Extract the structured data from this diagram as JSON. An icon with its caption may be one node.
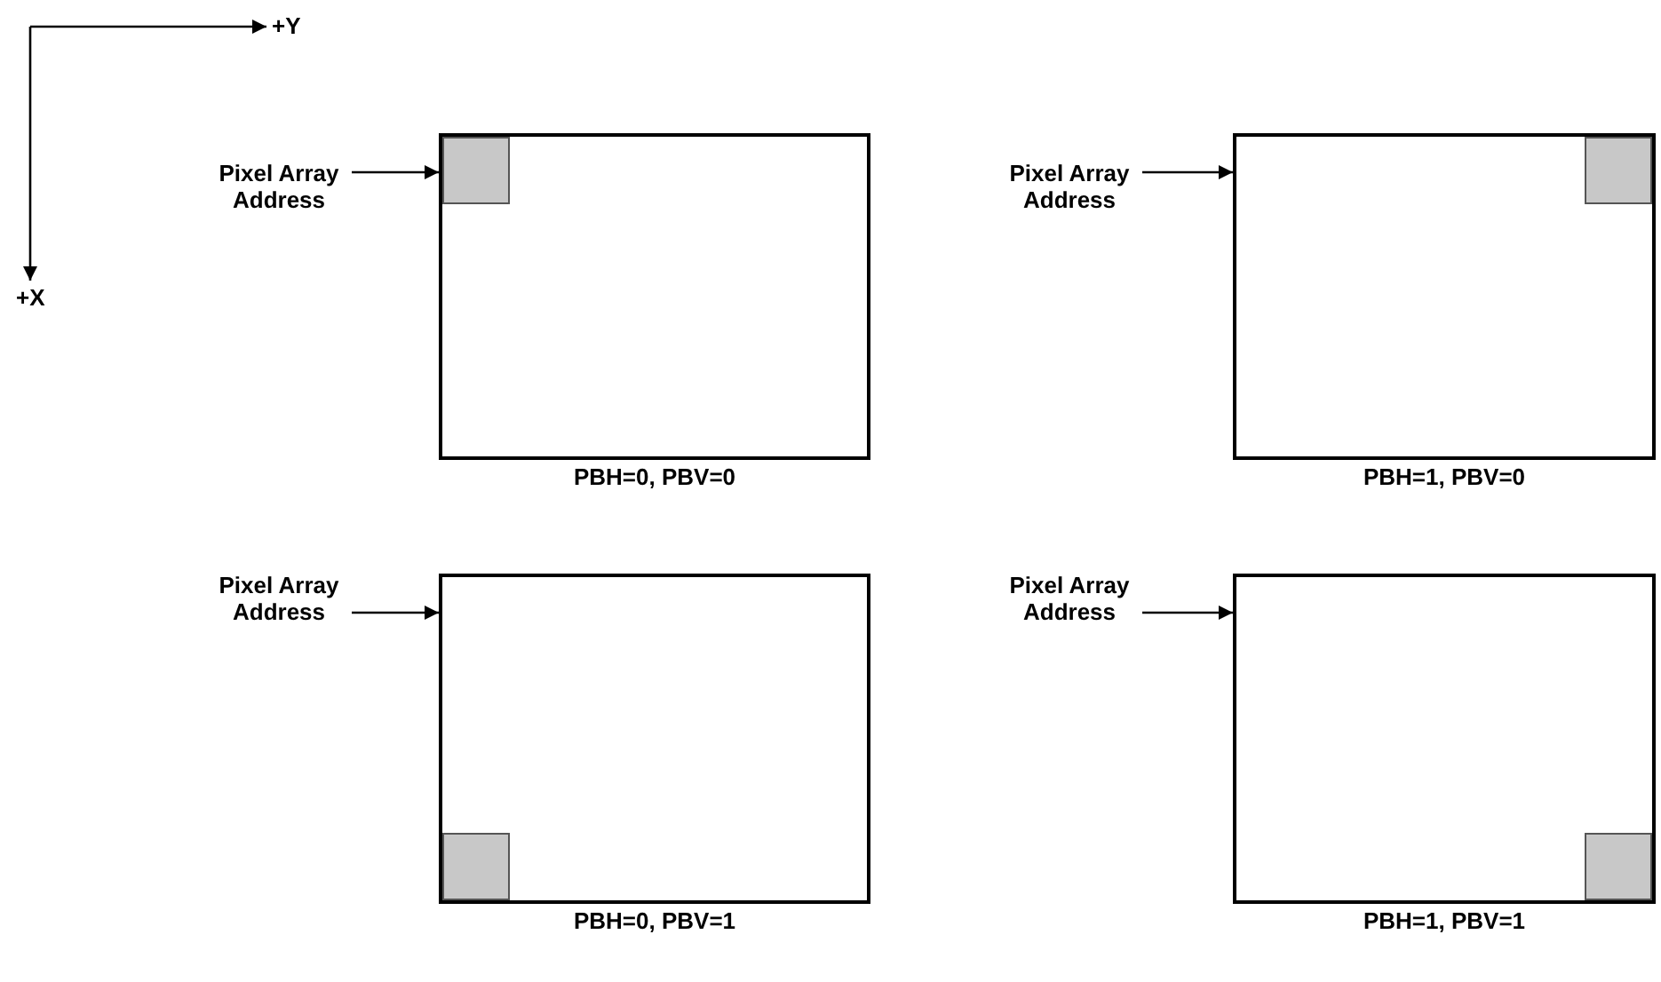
{
  "diagram": {
    "nodes": [
      {
        "text": [
          "Pixel Array Address"
        ]
      },
      {
        "text": [],
        "shape": "box",
        "beside": [
          "PBH=0, PBV=0"
        ]
      },
      {
        "text": [],
        "shape": "box",
        "in": 1
      },
      {
        "text": [
          "Pixel Array Address"
        ]
      },
      {
        "text": [],
        "shape": "box",
        "beside": [
          "PBH=1, PBV=0"
        ]
      },
      {
        "text": [],
        "shape": "box",
        "in": 4
      },
      {
        "text": [
          "Pixel Array Address"
        ]
      },
      {
        "text": [],
        "shape": "box",
        "beside": [
          "PBH=0, PBV=1"
        ]
      },
      {
        "text": [],
        "shape": "box",
        "in": 7
      },
      {
        "text": [
          "Pixel Array Address"
        ]
      },
      {
        "text": [],
        "shape": "box",
        "beside": [
          "PBH=1, PBV=1"
        ]
      },
      {
        "text": [],
        "shape": "box",
        "in": 10
      }
    ],
    "edges": [
      {
        "from": 0,
        "to": 1,
        "arrow": "to"
      },
      {
        "from": 3,
        "to": 4,
        "arrow": "to"
      },
      {
        "from": 6,
        "to": 7,
        "arrow": "to"
      },
      {
        "from": 9,
        "to": 10,
        "arrow": "to"
      }
    ],
    "labels": [
      "+Y",
      "+X"
    ]
  }
}
